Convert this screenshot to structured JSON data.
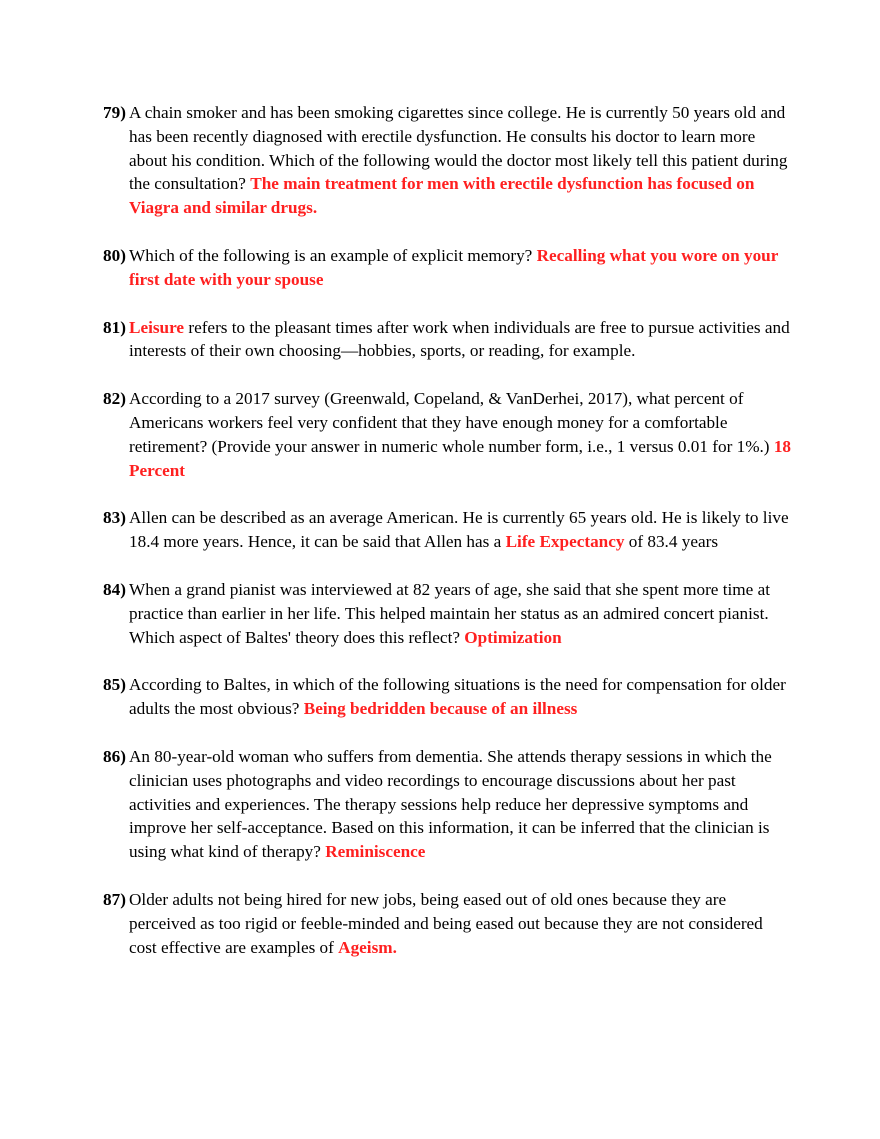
{
  "questions": [
    {
      "number": "79)",
      "before": "A chain smoker and has been smoking cigarettes since college. He is currently 50 years old and has been recently diagnosed with erectile dysfunction. He consults his doctor to learn more about his condition. Which of the following would the doctor most likely tell this patient during the consultation? ",
      "answer": "The main treatment for men with erectile dysfunction has focused on Viagra and similar drugs.",
      "after": ""
    },
    {
      "number": "80)",
      "before": "Which of the following is an example of explicit memory? ",
      "answer": "Recalling what you wore on your first date with your spouse",
      "after": ""
    },
    {
      "number": "81)",
      "before": "",
      "answer": "Leisure",
      "after": " refers to the pleasant times after work when individuals are free to pursue activities and interests of their own choosing—hobbies, sports, or reading, for example."
    },
    {
      "number": "82)",
      "before": "According to a 2017 survey (Greenwald, Copeland, & VanDerhei, 2017), what percent of Americans workers feel very confident that they have enough money for a comfortable retirement? (Provide your answer in numeric whole number form, i.e., 1 versus 0.01 for 1%.) ",
      "answer": "18 Percent",
      "after": ""
    },
    {
      "number": "83)",
      "before": "Allen can be described as an average American. He is currently 65 years old. He is likely to live 18.4 more years. Hence, it can be said that Allen has a ",
      "answer": "Life Expectancy",
      "after": " of 83.4 years"
    },
    {
      "number": "84)",
      "before": "When a grand pianist was interviewed at 82 years of age, she said that she spent more time at practice than earlier in her life. This helped maintain her status as an admired concert pianist. Which aspect of Baltes' theory does this reflect? ",
      "answer": "Optimization",
      "after": ""
    },
    {
      "number": "85)",
      "before": "According to Baltes, in which of the following situations is the need for compensation for older adults the most obvious? ",
      "answer": "Being bedridden because of an illness",
      "after": ""
    },
    {
      "number": "86)",
      "before": "An 80-year-old woman who suffers from dementia. She attends therapy sessions in which the clinician uses photographs and video recordings to encourage discussions about her past activities and experiences. The therapy sessions help reduce her depressive symptoms and improve her self-acceptance. Based on this information, it can be inferred that the clinician is using what kind of therapy? ",
      "answer": "Reminiscence",
      "after": ""
    },
    {
      "number": "87)",
      "before": "Older adults not being hired for new jobs, being eased out of old ones because they are perceived as too rigid or feeble-minded and being eased out because they are not considered cost effective are examples of ",
      "answer": "Ageism.",
      "after": ""
    }
  ],
  "colors": {
    "answer": "#ff2020",
    "text": "#000000",
    "background": "#ffffff"
  }
}
